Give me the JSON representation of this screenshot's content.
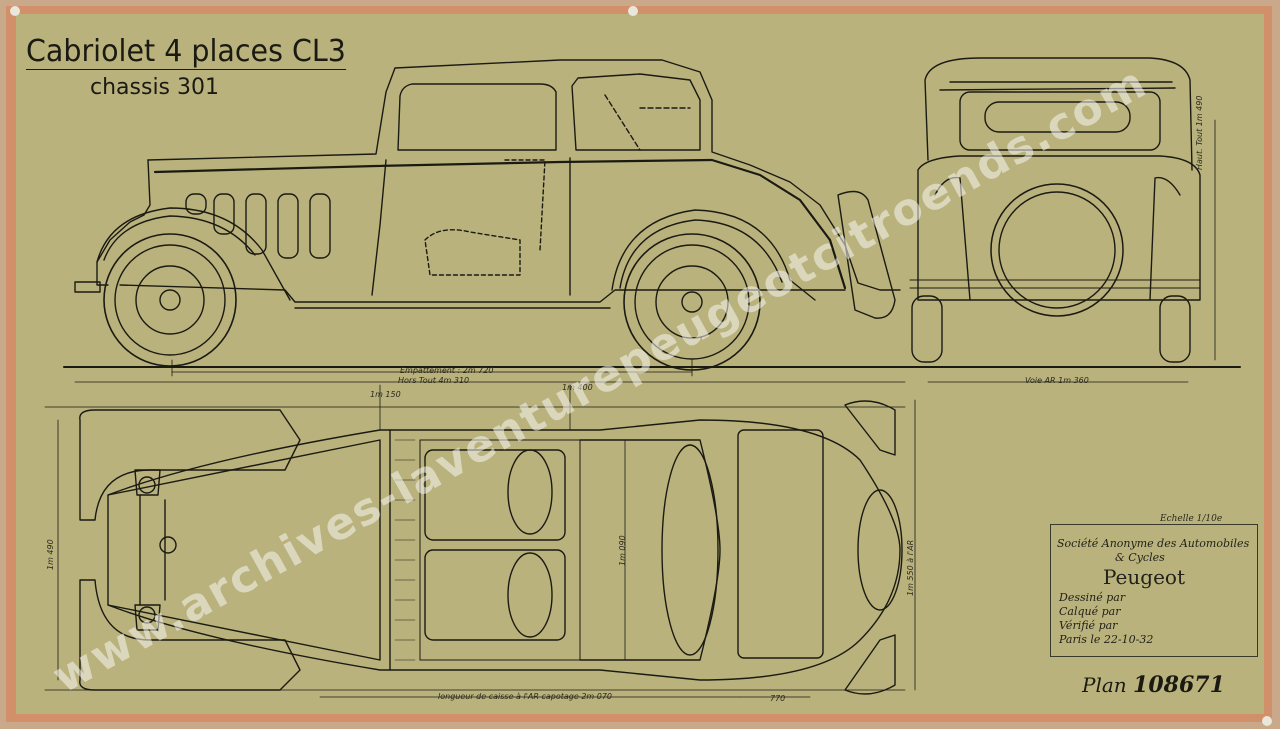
{
  "title": {
    "model": "Cabriolet 4 places CL3",
    "chassis": "chassis 301"
  },
  "dimensions": {
    "wheelbase": "Empattement : 2m 720",
    "overall_length": "Hors Tout 4m 310",
    "rear_track": "Voie AR 1m 360",
    "overall_height": "Haut. Tout 1m 490",
    "width_rear": "1m 490",
    "width_front": "1m 550 à l'AR",
    "inner_width": "1m 090",
    "body_length": "longueur de caisse à l'AR capotage 2m 070",
    "front_overhang": "770",
    "seat_dim_1": "1m 150",
    "seat_dim_2": "1m 400"
  },
  "title_block": {
    "company": "Société Anonyme des Automobiles",
    "company_line2": "& Cycles",
    "brand": "Peugeot",
    "drawn_by": "Dessiné par",
    "traced_by": "Calqué par",
    "verified_by": "Vérifié par",
    "place_date": "Paris le 22-10-32",
    "scale": "Echelle 1/10e"
  },
  "plan": {
    "label": "Plan",
    "number": "108671"
  },
  "watermark": "www.archives-laventurepeugeotcitroends.com",
  "colors": {
    "paper": "#bab27c",
    "border": "#d18f6a",
    "ink": "#1b1a12"
  }
}
